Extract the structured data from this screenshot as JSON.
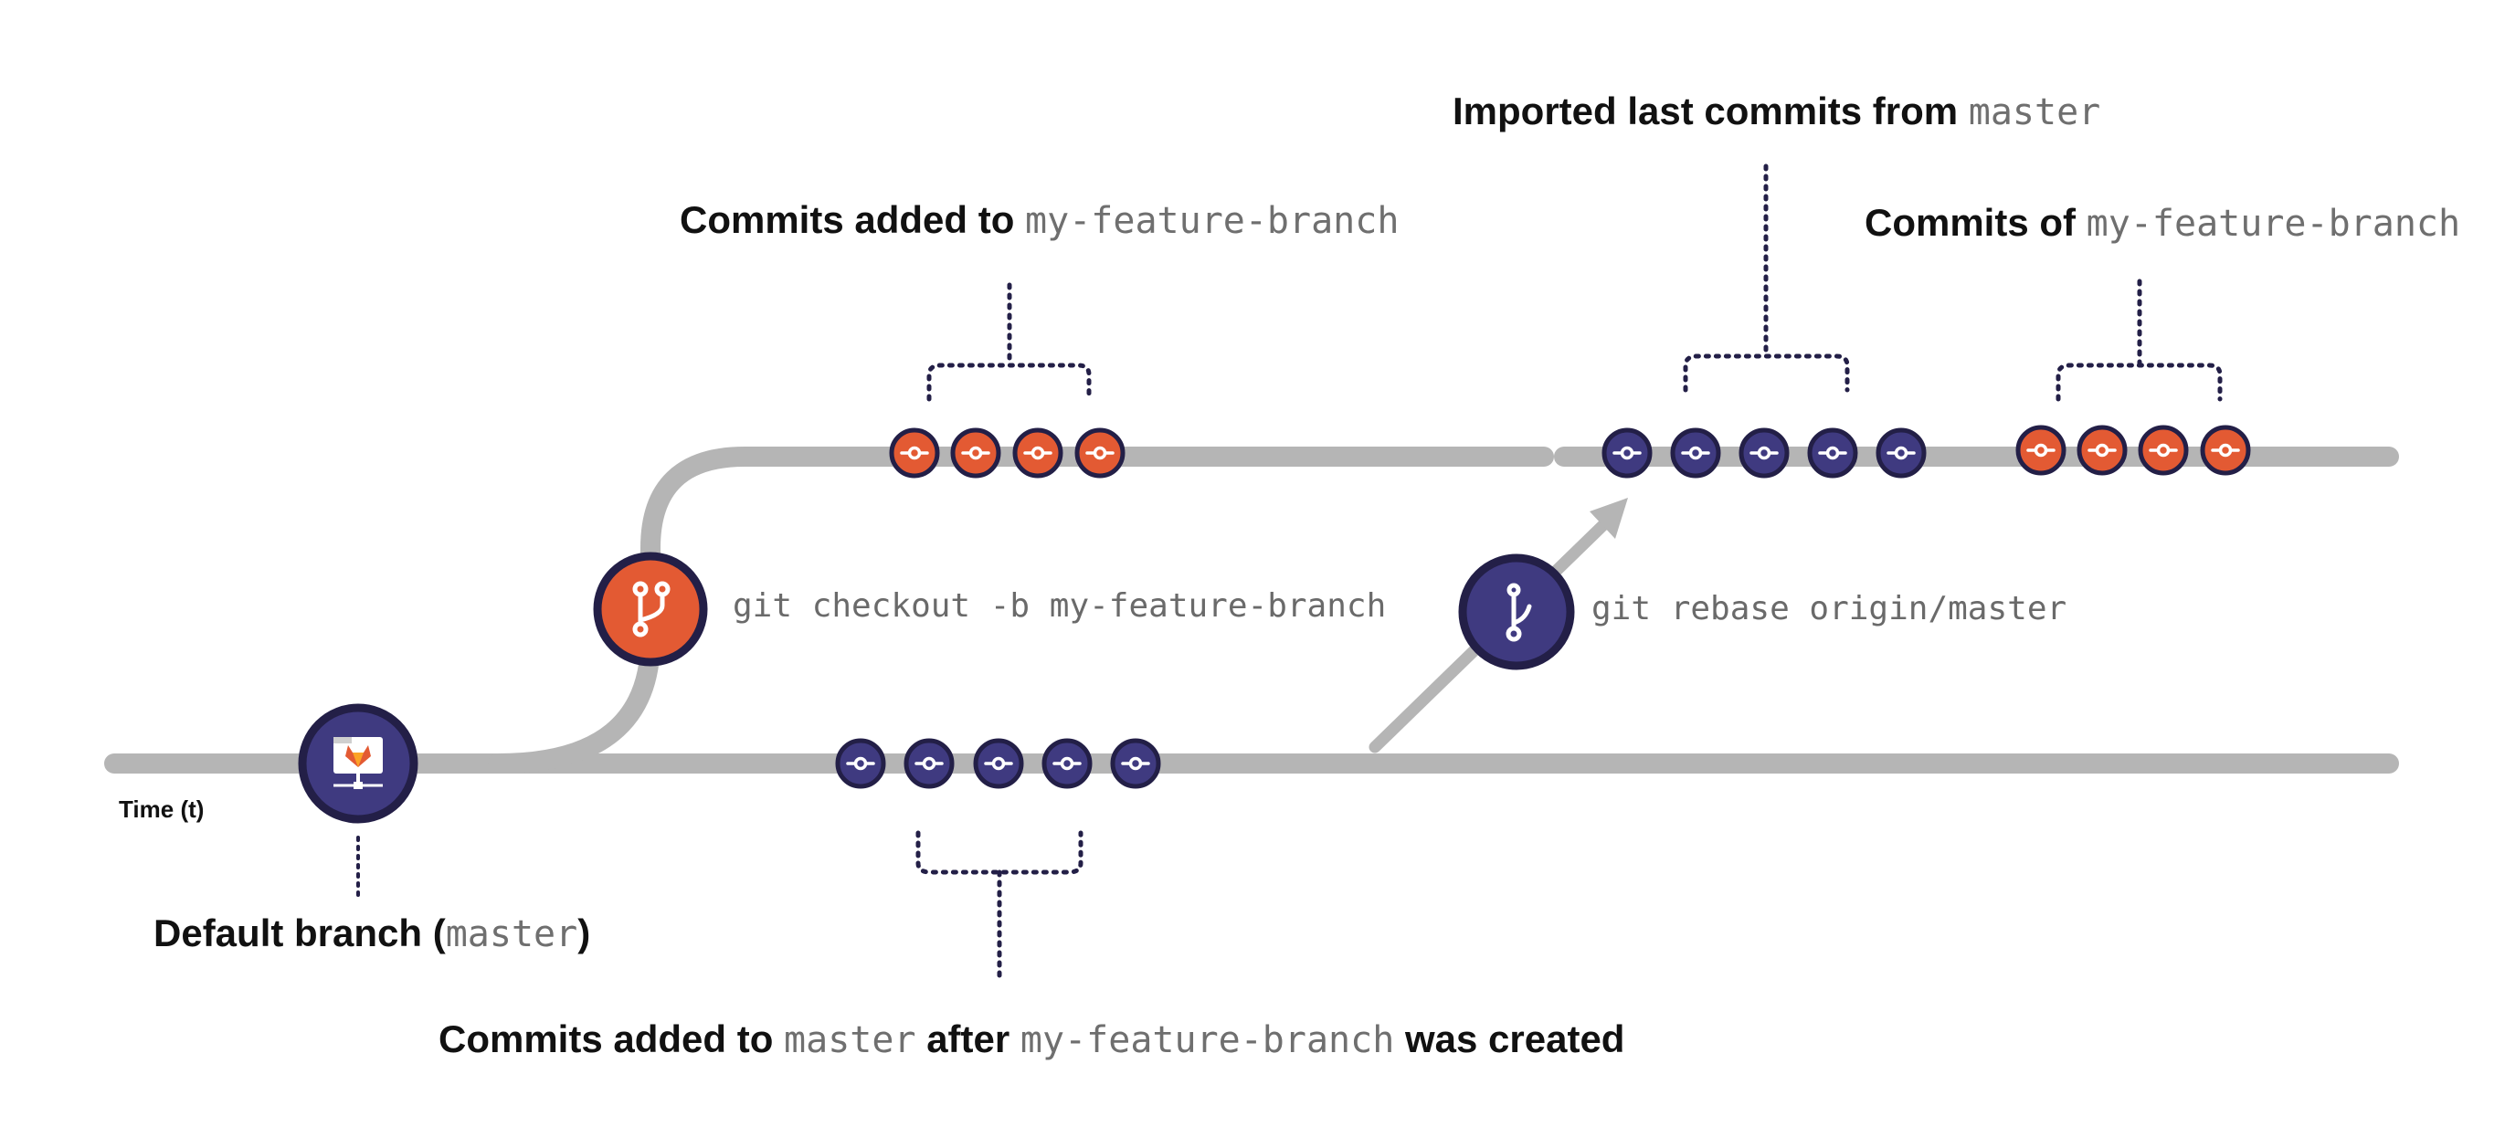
{
  "colors": {
    "track": "#b5b5b5",
    "commit_master": "#3f3a80",
    "commit_feature": "#e35a33",
    "ring": "#231f47",
    "bracket": "#231f47",
    "arrow": "#b5b5b5"
  },
  "time_label": "Time (t)",
  "default_branch": {
    "prefix": "Default branch (",
    "code": "master",
    "suffix": ")"
  },
  "checkout_command": "git checkout -b my-feature-branch",
  "rebase_command": "git rebase origin/master",
  "commits_added_feature": {
    "prefix": "Commits added to ",
    "code": "my-feature-branch"
  },
  "commits_added_master": {
    "prefix": "Commits added to ",
    "code1": "master",
    "mid": " after ",
    "code2": "my-feature-branch",
    "suffix": " was created"
  },
  "imported_commits": {
    "prefix": "Imported last commits from ",
    "code": "master"
  },
  "commits_of_feature": {
    "prefix": "Commits of ",
    "code": "my-feature-branch"
  },
  "icons": {
    "default_branch": "gitlab-server-icon",
    "checkout": "branch-fork-icon",
    "rebase": "rebase-icon",
    "commit": "commit-icon"
  },
  "commit_groups": {
    "feature_initial": 4,
    "master_new": 5,
    "rebased_master": 5,
    "rebased_feature": 4
  }
}
